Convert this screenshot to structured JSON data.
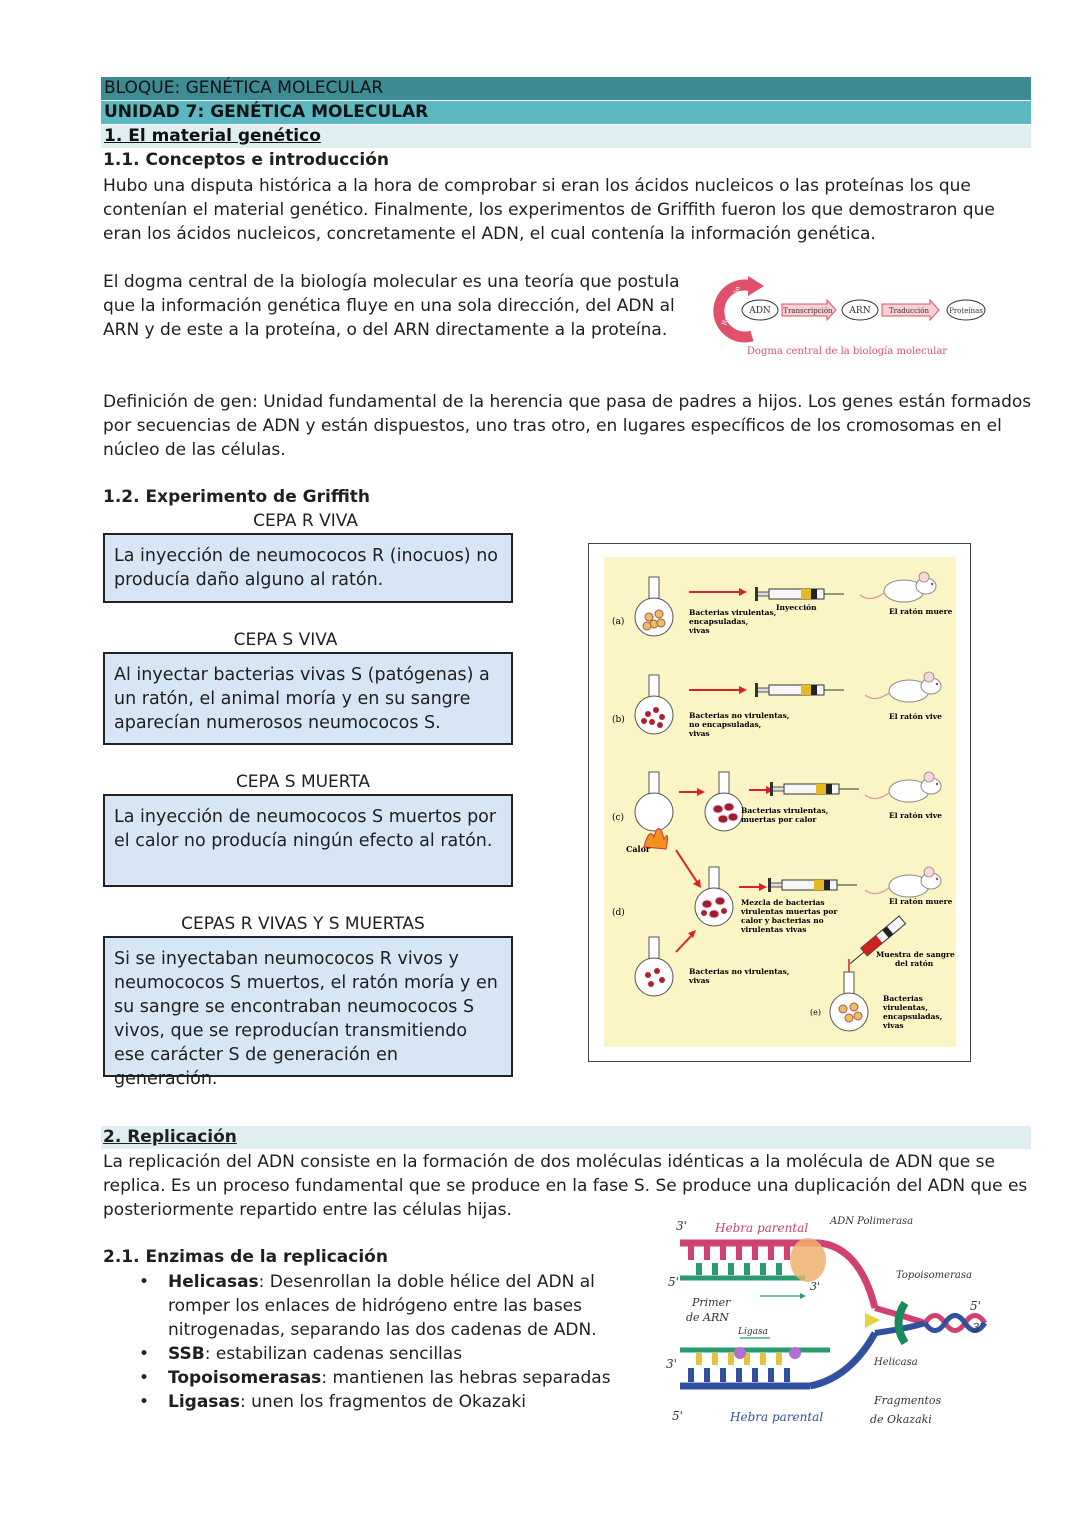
{
  "header": {
    "block": "BLOQUE: GENÉTICA MOLECULAR",
    "unit": "UNIDAD 7: GENÉTICA MOLECULAR",
    "section1": "1. El material genético"
  },
  "s1_1": {
    "title": "1.1. Conceptos e introducción",
    "p1": "Hubo una disputa histórica a la hora de comprobar si eran los ácidos nucleicos o las proteínas los que contenían el material genético. Finalmente, los experimentos de Griffith fueron los que demostraron que eran los ácidos nucleicos, concretamente el ADN, el cual contenía la información genética.",
    "p2": "El dogma central de la biología molecular es una teoría que postula que la información genética fluye en una sola dirección, del ADN al ARN y de este a la proteína, o del ARN directamente a la proteína.",
    "p3": "Definición de gen: Unidad fundamental de la herencia que pasa de padres a hijos. Los genes están formados por secuencias de ADN y están dispuestos, uno tras otro, en lugares específicos de los cromosomas en el núcleo de las células."
  },
  "dogma": {
    "replicacion": "Replicación",
    "adn": "ADN",
    "transcripcion": "Transcripción",
    "arn": "ARN",
    "traduccion": "Traducción",
    "proteinas": "Proteínas",
    "caption": "Dogma central de la biología molecular",
    "accent": "#e0506a"
  },
  "s1_2": {
    "title": "1.2. Experimento de Griffith",
    "boxes": [
      {
        "label": "CEPA R VIVA",
        "text": "La inyección de neumococos R (inocuos) no producía daño alguno al ratón."
      },
      {
        "label": "CEPA S VIVA",
        "text": "Al inyectar bacterias vivas S (patógenas) a un ratón, el animal moría y en su sangre aparecían numerosos neumococos S."
      },
      {
        "label": "CEPA S MUERTA",
        "text": "La inyección de neumococos S muertos por el calor no producía ningún efecto al ratón."
      },
      {
        "label": "CEPAS R VIVAS Y S MUERTAS",
        "text": "Si se inyectaban neumococos R vivos y neumococos S muertos, el ratón moría y en su sangre se encontraban neumococos S vivos, que se reproducían transmitiendo ese carácter S de generación en generación."
      }
    ]
  },
  "griffith_fig": {
    "a": "(a)",
    "b": "(b)",
    "c": "(c)",
    "d": "(d)",
    "e": "(e)",
    "a_text": "Bacterias virulentas, encapsuladas, vivas",
    "inyeccion": "Inyección",
    "a_result": "El ratón muere",
    "b_text": "Bacterias no virulentas, no encapsuladas, vivas",
    "b_result": "El ratón vive",
    "c_text": "Bacterias virulentas, muertas por calor",
    "calor": "Calor",
    "c_result": "El ratón vive",
    "d_text": "Mezcla de bacterias virulentas muertas por calor y bacterias no virulentas vivas",
    "d_result": "El ratón muere",
    "d2_text": "Bacterias no virulentas, vivas",
    "muestra": "Muestra de sangre del ratón",
    "e_text": "Bacterias virulentas, encapsuladas, vivas"
  },
  "s2": {
    "title": "2. Replicación",
    "p1": "La replicación del ADN consiste en la formación de dos moléculas idénticas a la molécula de ADN que se replica. Es un proceso fundamental que se produce en la fase S. Se produce una duplicación del ADN que es posteriormente repartido entre las células hijas.",
    "sub": "2.1. Enzimas de la replicación",
    "items": [
      {
        "term": "Helicasas",
        "desc": ": Desenrollan la doble hélice del ADN al romper los enlaces de hidrógeno entre las bases nitrogenadas, separando las dos cadenas de ADN."
      },
      {
        "term": "SSB",
        "desc": ": estabilizan cadenas sencillas"
      },
      {
        "term": "Topoisomerasas",
        "desc": ": mantienen las hebras separadas"
      },
      {
        "term": "Ligasas",
        "desc": ": unen los fragmentos de Okazaki"
      }
    ]
  },
  "replication_fig": {
    "three_top": "3'",
    "hebra_top": "Hebra parental",
    "polimerasa": "ADN Polimerasa",
    "five_left": "5'",
    "three_mid": "3'",
    "topoisomerasa": "Topoisomerasa",
    "primer": "Primer de ARN",
    "ligasa": "Ligasa",
    "five_right": "5'",
    "three_right": "3'",
    "three_left": "3'",
    "helicasa": "Helicasa",
    "fragmentos": "Fragmentos de Okazaki",
    "five_bottom": "5'",
    "hebra_bottom": "Hebra parental"
  }
}
